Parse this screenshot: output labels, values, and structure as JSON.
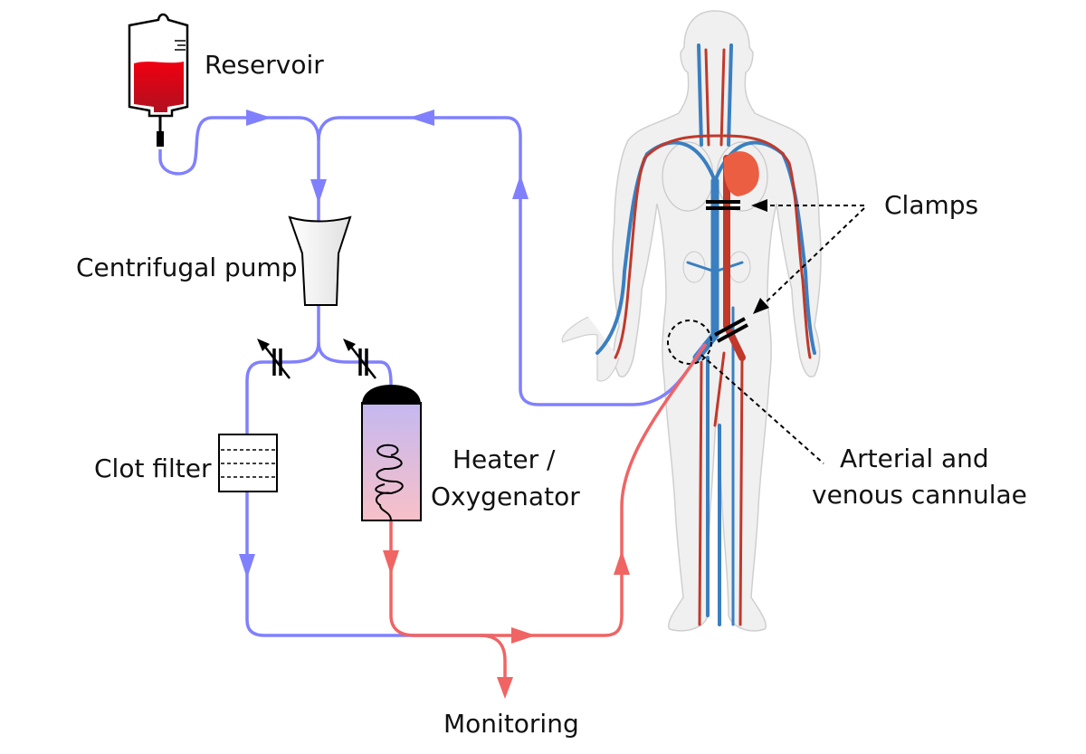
{
  "labels": {
    "reservoir": "Reservoir",
    "centrifugal_pump": "Centrifugal pump",
    "clot_filter": "Clot filter",
    "heater_line1": "Heater /",
    "heater_line2": "Oxygenator",
    "monitoring": "Monitoring",
    "clamps": "Clamps",
    "cannulae_line1": "Arterial and",
    "cannulae_line2": "venous cannulae"
  },
  "colors": {
    "venous_line": "#8080ff",
    "arterial_line": "#f06464",
    "blood": "#d0101c",
    "body": "#f0f0f0",
    "artery": "#c0392b",
    "vein": "#3a7fc0"
  }
}
